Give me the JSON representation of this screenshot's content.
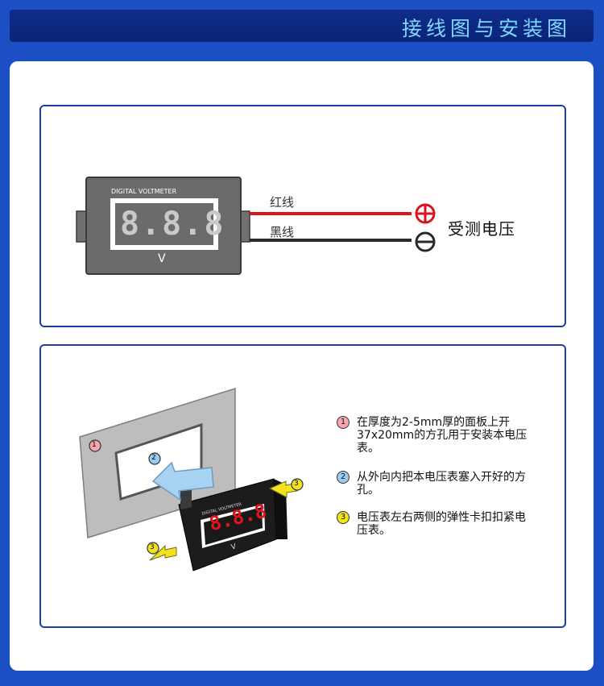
{
  "header": {
    "title": "接线图与安装图"
  },
  "wiring": {
    "device_label": "DIGITAL VOLTMETER",
    "display_digits": "8.8.8",
    "unit": "V",
    "red_wire": "红线",
    "black_wire": "黑线",
    "target": "受测电压",
    "colors": {
      "red": "#d9141e",
      "black": "#2a2a2a"
    }
  },
  "install": {
    "device_label": "DIGITAL VOLTMETER",
    "display_digits": "8.8.8",
    "unit": "V",
    "steps": [
      {
        "num": "1",
        "color": "#f4a7b1",
        "text": "在厚度为2-5mm厚的面板上开37x20mm的方孔用于安装本电压表。"
      },
      {
        "num": "2",
        "color": "#9ccbee",
        "text": "从外向内把本电压表塞入开好的方孔。"
      },
      {
        "num": "3",
        "color": "#f3e21c",
        "text": "电压表左右两侧的弹性卡扣扣紧电压表。"
      }
    ]
  }
}
